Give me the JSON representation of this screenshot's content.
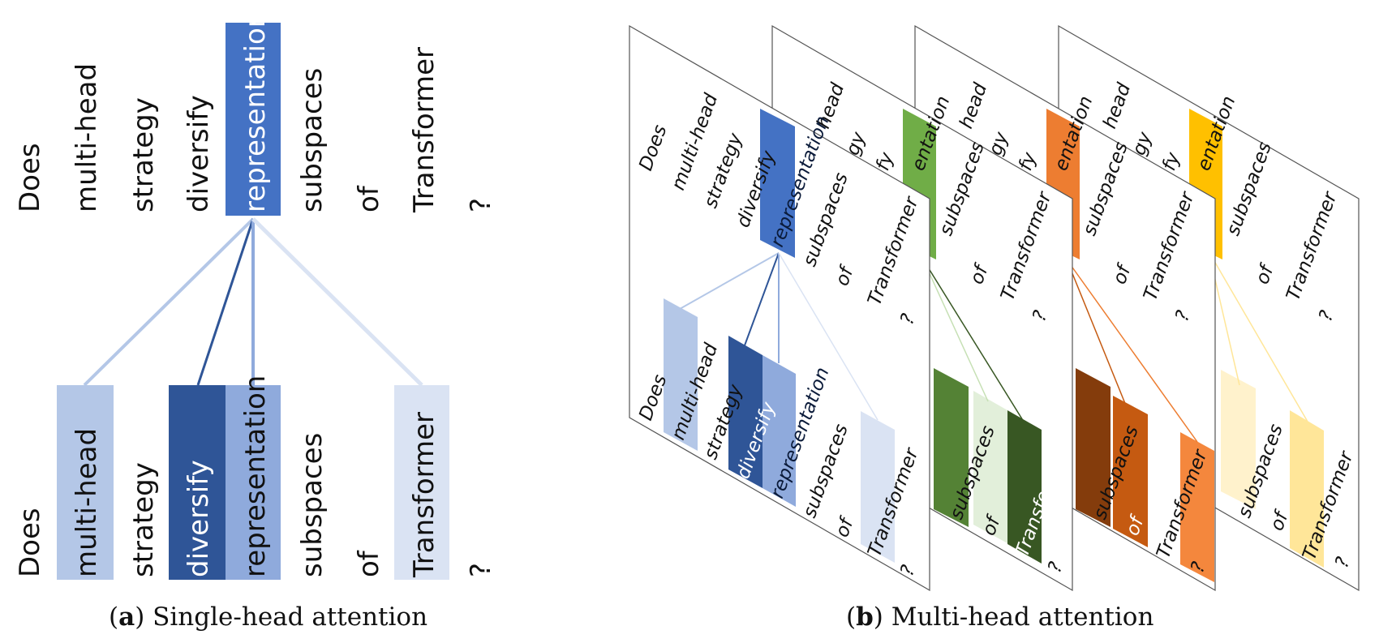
{
  "panel_a": {
    "caption_label": "a",
    "caption_title": "Single-head attention",
    "query_words": [
      "Does",
      "multi-head",
      "strategy",
      "diversify",
      "representation",
      "subspaces",
      "of",
      "Transformer",
      "?"
    ],
    "key_words": [
      "Does",
      "multi-head",
      "strategy",
      "diversify",
      "representation",
      "subspaces",
      "of",
      "Transformer",
      "?"
    ]
  },
  "panel_b": {
    "caption_label": "b",
    "caption_title": "Multi-head attention",
    "head1_query_words": [
      "Does",
      "multi-head",
      "strategy",
      "diversify",
      "representation",
      "subspaces",
      "of",
      "Transformer",
      "?"
    ],
    "head1_key_words": [
      "Does",
      "multi-head",
      "strategy",
      "diversify",
      "representation",
      "subspaces",
      "of",
      "Transformer",
      "?"
    ],
    "visible_partial_words": [
      "head",
      "gy",
      "fy",
      "entation",
      "subspaces",
      "of",
      "Transformer",
      "?"
    ]
  },
  "colors": {
    "blue_dark": "#2f5597",
    "blue_main": "#4472c4",
    "blue_mid": "#8faadc",
    "blue_light": "#b4c7e7",
    "blue_pale": "#dae3f3",
    "green_main": "#70ad47",
    "green_dark": "#385723",
    "orange_main": "#ed7d31",
    "orange_dark": "#c55a11",
    "gold_main": "#ffc000",
    "gold_light": "#fff2cc"
  }
}
